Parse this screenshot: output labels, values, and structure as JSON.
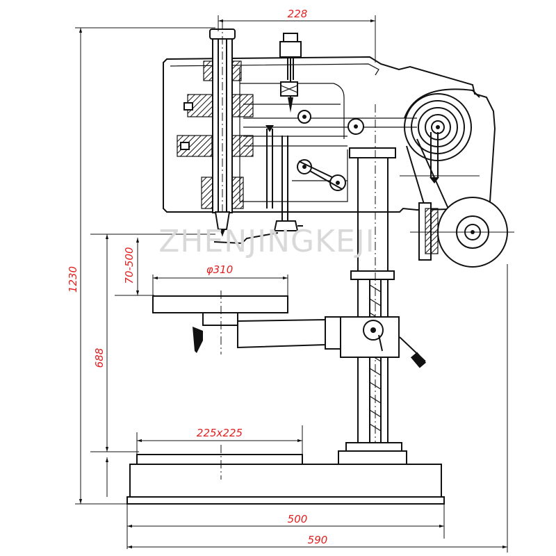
{
  "drawing": {
    "watermark": "ZHENJINGKEJI",
    "dimensions": {
      "spindle_offset": "228",
      "overall_height": "1230",
      "spindle_travel": "70-500",
      "table_diameter": "φ310",
      "table_height": "688",
      "base_table": "225x225",
      "base_width": "500",
      "overall_width": "590"
    }
  }
}
